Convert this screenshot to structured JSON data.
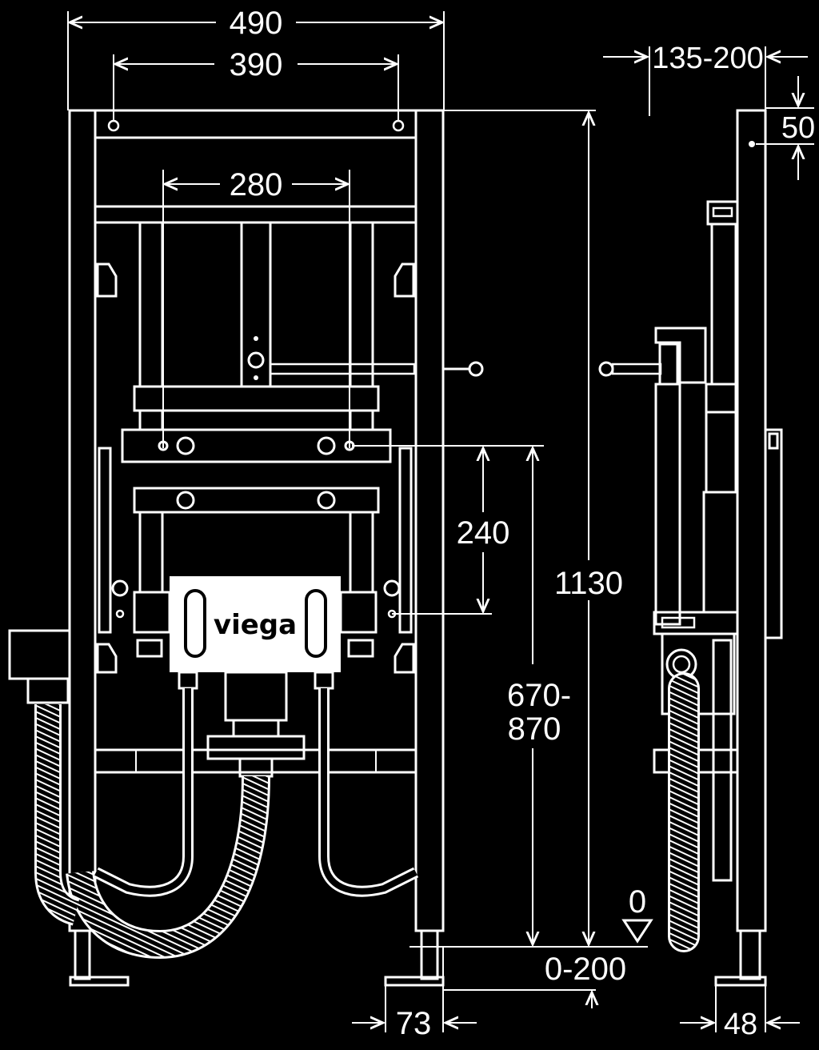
{
  "dimensions": {
    "frame_width": "490",
    "top_hole_spacing": "390",
    "inner_spacing": "280",
    "depth": "135-200",
    "top_offset": "50",
    "bracket_spacing": "240",
    "total_height": "1130",
    "height_range_line1": "670-",
    "height_range_line2": "870",
    "floor_level": "0",
    "adjust_range": "0-200",
    "foot_width": "73",
    "side_foot_width": "48"
  },
  "logo": "viega",
  "colors": {
    "background": "#000000",
    "lines": "#ffffff"
  }
}
